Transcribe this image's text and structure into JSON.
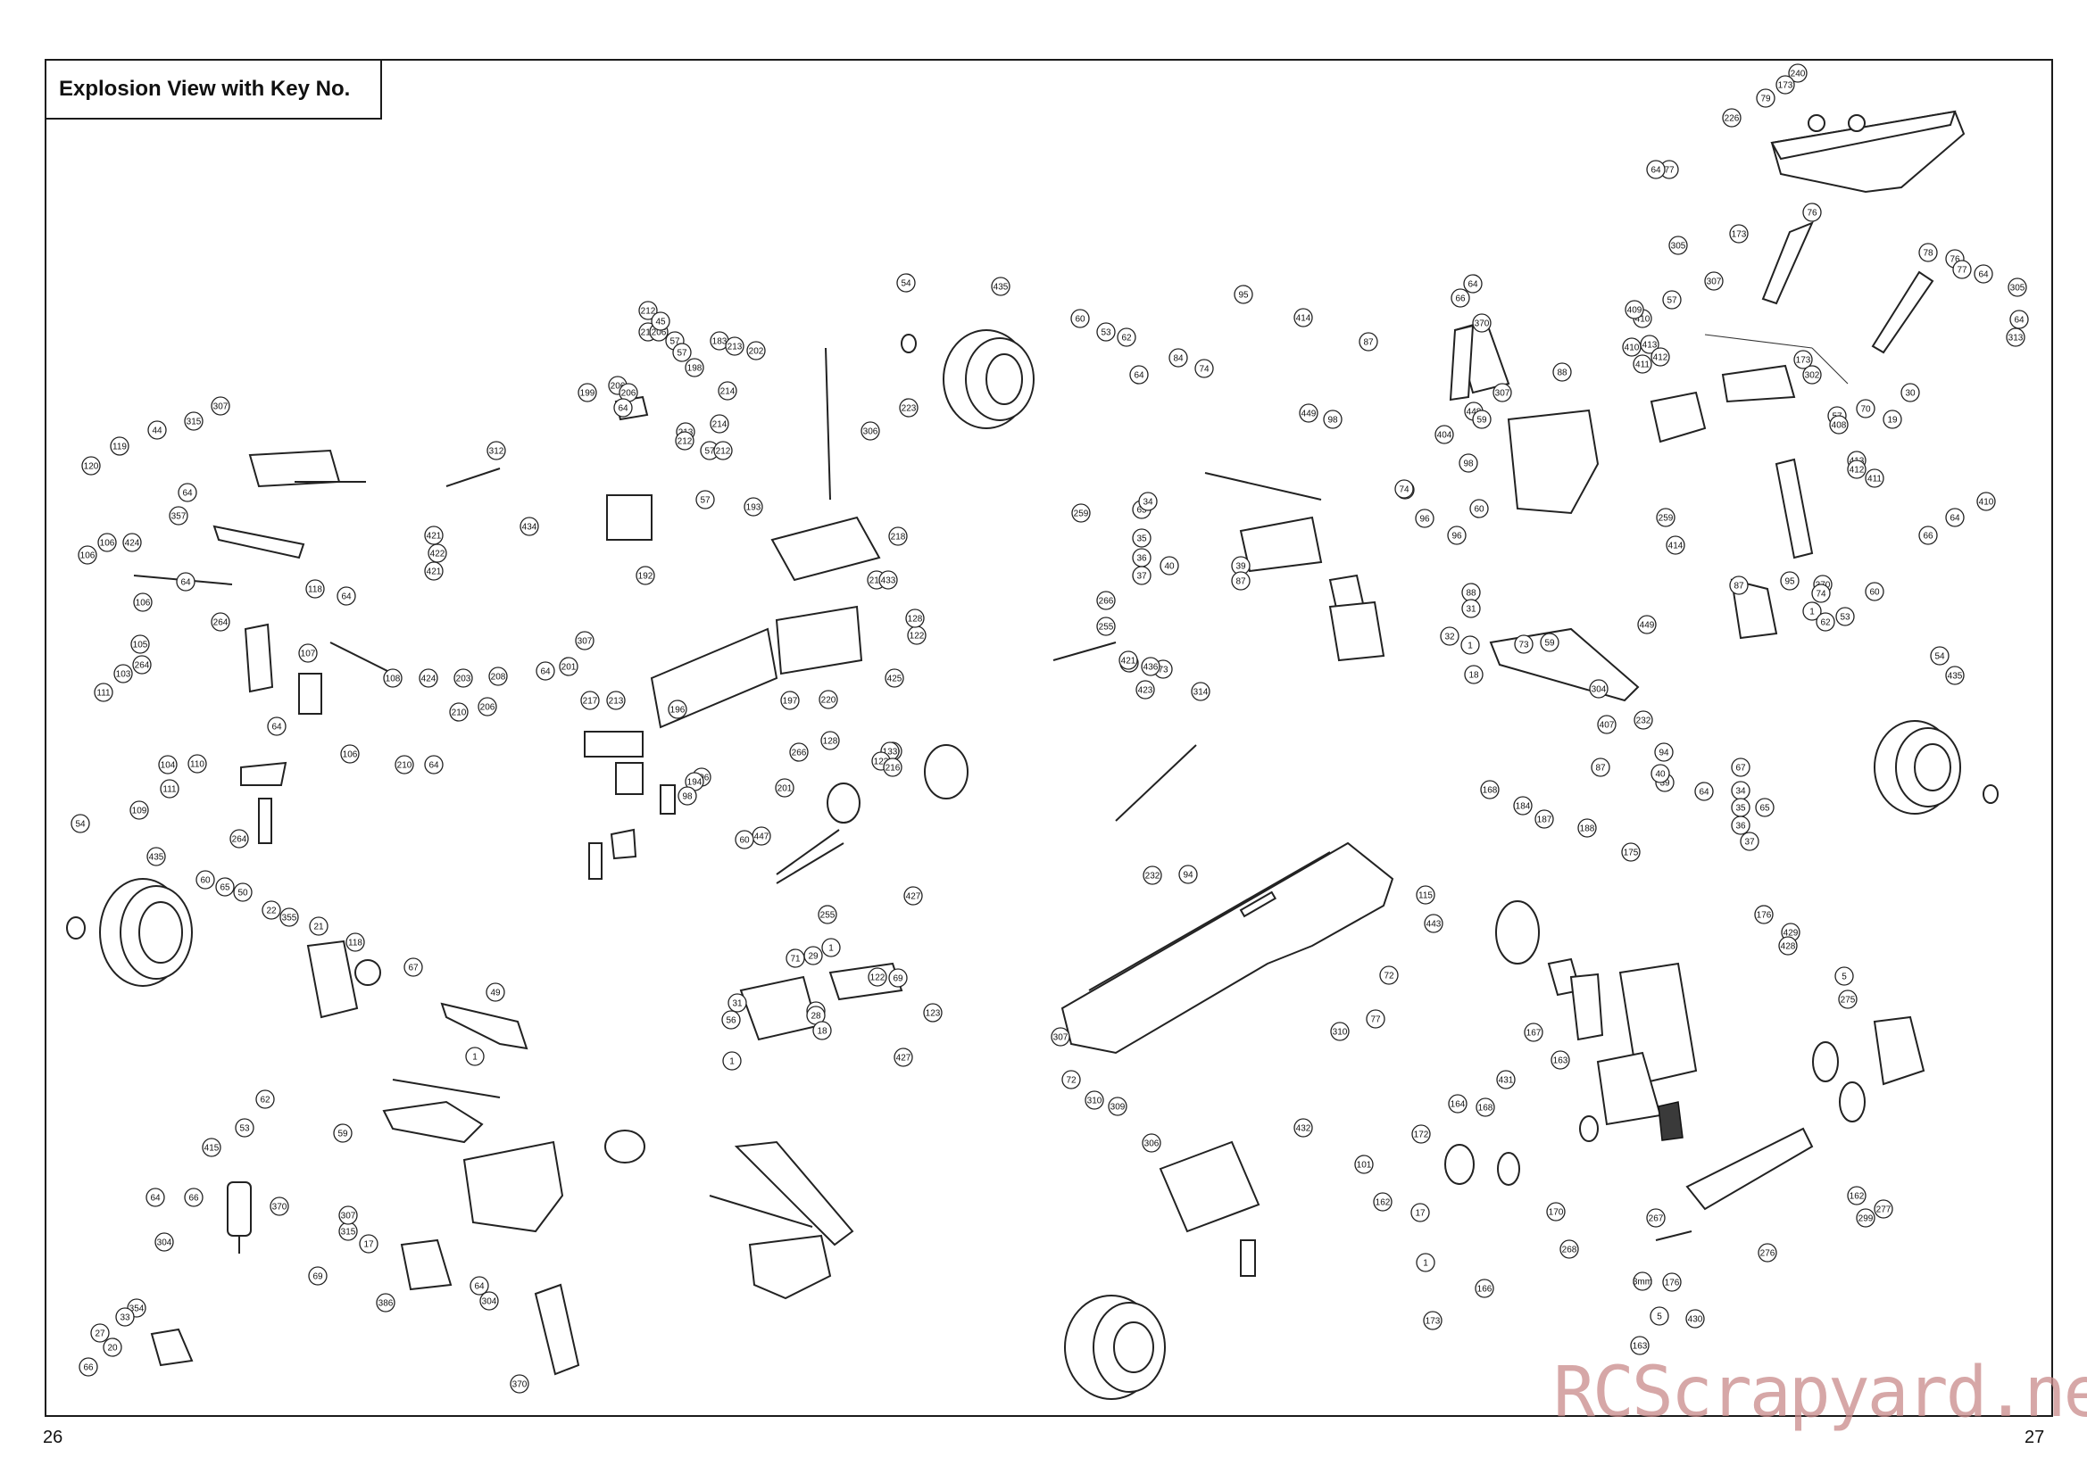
{
  "title": "Explosion View with Key No.",
  "page_left": "26",
  "page_right": "27",
  "watermark": "RCScrapyard.net",
  "callout_labels": {
    "rear_wing": [
      "240",
      "173",
      "79",
      "226",
      "77",
      "64",
      "305",
      "173",
      "307",
      "76",
      "78",
      "76",
      "77",
      "64",
      "305",
      "64",
      "173",
      "302",
      "313",
      "30",
      "19",
      "70",
      "57",
      "408",
      "413",
      "412",
      "411",
      "410",
      "64",
      "66",
      "370"
    ],
    "front_left_linkage": [
      "307",
      "315",
      "44",
      "119",
      "120",
      "64",
      "357",
      "106",
      "424",
      "106",
      "64",
      "106",
      "421",
      "422",
      "421",
      "118",
      "64",
      "264",
      "107",
      "105",
      "108",
      "424",
      "106",
      "264",
      "103",
      "111",
      "104",
      "64",
      "110",
      "111",
      "109",
      "264"
    ],
    "front_left_wheel": [
      "54",
      "435",
      "60",
      "65",
      "50",
      "22",
      "355",
      "21",
      "118",
      "67",
      "49",
      "415",
      "53",
      "62",
      "1",
      "59",
      "64"
    ],
    "front_left_shock": [
      "64",
      "66",
      "370",
      "304",
      "315",
      "307",
      "17",
      "69",
      "386",
      "354",
      "33",
      "27",
      "20",
      "66",
      "64",
      "304",
      "370"
    ],
    "steering_servo_area": [
      "212",
      "213",
      "206",
      "57",
      "45",
      "57",
      "183",
      "213",
      "202",
      "198",
      "214",
      "206",
      "199",
      "206",
      "64",
      "213",
      "214",
      "212",
      "57",
      "212",
      "57",
      "312",
      "434",
      "201",
      "307",
      "203",
      "208",
      "64",
      "210",
      "206",
      "217",
      "213",
      "210",
      "64"
    ],
    "radio_box": [
      "54",
      "435",
      "223",
      "306",
      "193",
      "218",
      "192",
      "218",
      "220",
      "197",
      "433",
      "122",
      "128",
      "425",
      "128",
      "129",
      "133",
      "123",
      "201",
      "216",
      "196",
      "196",
      "194",
      "98",
      "447",
      "266",
      "60",
      "255",
      "29",
      "31",
      "32",
      "28",
      "18",
      "56",
      "1",
      "71",
      "1",
      "69",
      "123",
      "427",
      "427",
      "122"
    ],
    "center_diff": [
      "60",
      "53",
      "62",
      "64",
      "84",
      "74",
      "259",
      "65",
      "34",
      "35",
      "36",
      "37",
      "40",
      "39",
      "87",
      "95",
      "414",
      "87",
      "449",
      "98",
      "266",
      "255",
      "448",
      "73",
      "314",
      "436",
      "421",
      "423",
      "94",
      "232"
    ],
    "rear_right": [
      "64",
      "66",
      "370",
      "57",
      "410",
      "409",
      "413",
      "410",
      "412",
      "411",
      "307",
      "88",
      "448",
      "59",
      "98",
      "63",
      "404",
      "74",
      "96",
      "60",
      "96",
      "88",
      "31",
      "32",
      "1",
      "18",
      "73",
      "59",
      "304",
      "407",
      "232",
      "94",
      "87",
      "449",
      "414",
      "259",
      "87",
      "95",
      "74",
      "1",
      "62",
      "53",
      "60",
      "39",
      "40",
      "54",
      "435",
      "64",
      "67",
      "34",
      "35",
      "36",
      "37",
      "65"
    ],
    "chassis": [
      "443",
      "72",
      "77",
      "310",
      "307",
      "72",
      "310",
      "309",
      "306",
      "432",
      "101",
      "162",
      "17",
      "1",
      "3mm"
    ],
    "engine_fuel": [
      "168",
      "184",
      "187",
      "188",
      "115",
      "175",
      "176",
      "429",
      "428",
      "167",
      "163",
      "431",
      "168",
      "164",
      "172",
      "173",
      "166",
      "170",
      "268",
      "267",
      "176",
      "5",
      "163",
      "430",
      "5",
      "275",
      "162",
      "299",
      "277",
      "276"
    ]
  }
}
